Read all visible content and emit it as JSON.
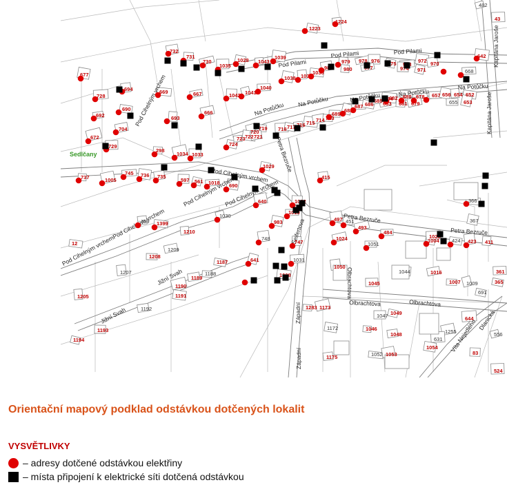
{
  "map": {
    "streets": [
      {
        "id": "pod-pilami-1",
        "text": "Pod Pilami"
      },
      {
        "id": "pod-pilami-2",
        "text": "Pod Pilami"
      },
      {
        "id": "pod-pilami-3",
        "text": "Pod Pilami"
      },
      {
        "id": "na-potucku-1",
        "text": "Na Potůčku"
      },
      {
        "id": "na-potucku-2",
        "text": "Na Potůčku"
      },
      {
        "id": "na-potucku-3",
        "text": "Na Potůčku"
      },
      {
        "id": "na-potucku-4",
        "text": "Na Potůčku"
      },
      {
        "id": "na-potucku-5",
        "text": "Na Potůčku"
      },
      {
        "id": "pod-cihelnym-1",
        "text": "Pod Cihelným vrchem"
      },
      {
        "id": "pod-cihelnym-2",
        "text": "Pod Cihelným vrchem"
      },
      {
        "id": "pod-cihelnym-3",
        "text": "Pod Cihelným vrchem"
      },
      {
        "id": "pod-cihelnym-4",
        "text": "Pod Cihelným vrchem"
      },
      {
        "id": "pod-cihelnym-5",
        "text": "Pod Cihelným vrchemPod Cihelným vrchem"
      },
      {
        "id": "petra-bezruce-1",
        "text": "Petra Bezruče"
      },
      {
        "id": "petra-bezruce-2",
        "text": "Petra Bezruče"
      },
      {
        "id": "petra-bezruce-3",
        "text": "Petra Bezruče"
      },
      {
        "id": "seifertova",
        "text": "Seifertova"
      },
      {
        "id": "olbrachtova-1",
        "text": "Olbrachtova"
      },
      {
        "id": "olbrachtova-2",
        "text": "Olbrachtova"
      },
      {
        "id": "olbrachtova-3",
        "text": "Olbrachtova"
      },
      {
        "id": "jizni-svah-1",
        "text": "Jižní Svah"
      },
      {
        "id": "jizni-svah-2",
        "text": "Jižní Svah"
      },
      {
        "id": "zapadni-1",
        "text": "Západní"
      },
      {
        "id": "zapadni-2",
        "text": "Západní"
      },
      {
        "id": "vita-nejedleho",
        "text": "Víta Nejedlého"
      },
      {
        "id": "dlanicka",
        "text": "Dlanická"
      },
      {
        "id": "kapitana-jarose-1",
        "text": "Kapitána Jaroše"
      },
      {
        "id": "kapitana-jarose-2",
        "text": "Kapitána Jaroše"
      }
    ],
    "town": "Sedlčany",
    "house_numbers": [
      "482",
      "43",
      "1223",
      "1224",
      "642",
      "732",
      "731",
      "730",
      "1035",
      "1028",
      "1043",
      "1039",
      "981",
      "979",
      "978",
      "976",
      "975",
      "973",
      "972",
      "970",
      "980",
      "977",
      "974",
      "971",
      "668",
      "677",
      "694",
      "669",
      "667",
      "1042",
      "1041",
      "1040",
      "1038",
      "1037",
      "1036",
      "682",
      "680",
      "678",
      "657",
      "656",
      "654",
      "652",
      "683",
      "681",
      "679",
      "655",
      "653",
      "728",
      "690",
      "692",
      "693",
      "666",
      "689",
      "688",
      "687",
      "686",
      "685",
      "684",
      "704",
      "719",
      "720",
      "718",
      "717",
      "716",
      "715",
      "714",
      "713",
      "672",
      "729",
      "724",
      "723",
      "722",
      "721",
      "298",
      "1034",
      "1033",
      "1029",
      "745",
      "736",
      "735",
      "737",
      "1005",
      "597",
      "561",
      "1018",
      "690",
      "415",
      "366",
      "640",
      "1032",
      "1030",
      "1019",
      "983",
      "169",
      "1399",
      "497",
      "451",
      "493",
      "484",
      "367",
      "1210",
      "12",
      "748",
      "747",
      "1024",
      "1051",
      "1004",
      "1023",
      "424",
      "423",
      "411",
      "1209",
      "1208",
      "641",
      "1031",
      "1187",
      "1050",
      "1044",
      "1016",
      "1007",
      "1009",
      "361",
      "365",
      "1207",
      "1008",
      "1189",
      "1188",
      "1190",
      "1045",
      "691",
      "1205",
      "1191",
      "1192",
      "1283",
      "1173",
      "1047",
      "1049",
      "644",
      "1172",
      "1048",
      "1046",
      "1255",
      "1193",
      "1194",
      "631",
      "1054",
      "1175",
      "1052",
      "1053",
      "83",
      "556",
      "524"
    ],
    "colors": {
      "address_dot": "#e00000",
      "connection_square": "#000000",
      "number_label": "#c00000"
    }
  },
  "caption": "Orientační mapový podklad odstávkou dotčených lokalit",
  "legend": {
    "title": "VYSVĚTLIVKY",
    "items": [
      {
        "symbol": "red-dot",
        "text": "– adresy dotčené odstávkou elektřiny"
      },
      {
        "symbol": "black-square",
        "text": "– místa připojení k elektrické síti dotčená odstávkou"
      }
    ]
  }
}
